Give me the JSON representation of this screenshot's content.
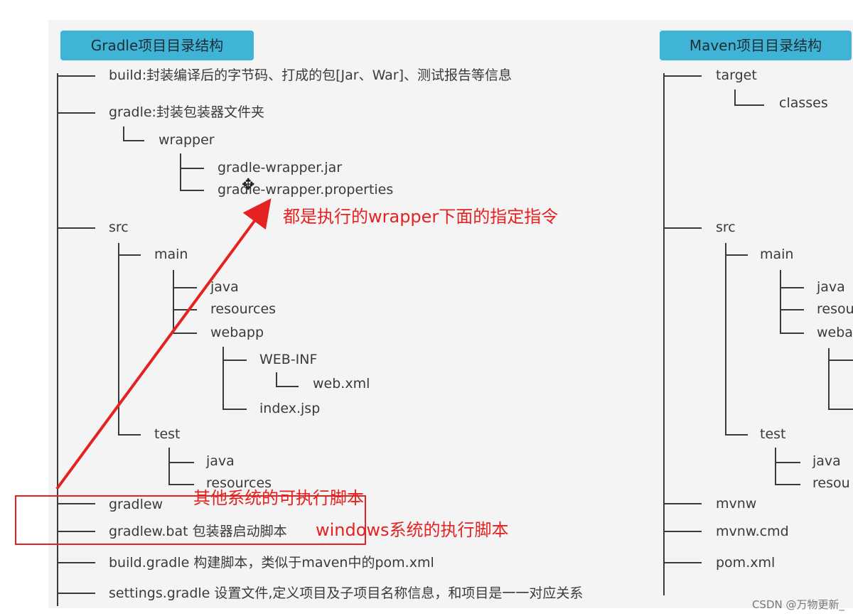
{
  "gradle": {
    "title": "Gradle项目目录结构",
    "items": {
      "build": "build:封装编译后的字节码、打成的包[Jar、War]、测试报告等信息",
      "gradle_dir": "gradle:封装包装器文件夹",
      "wrapper": "wrapper",
      "wrapper_jar": "gradle-wrapper.jar",
      "wrapper_props": "gradle-wrapper.properties",
      "src": "src",
      "main": "main",
      "java": "java",
      "resources": "resources",
      "webapp": "webapp",
      "webinf": "WEB-INF",
      "webxml": "web.xml",
      "indexjsp": "index.jsp",
      "test": "test",
      "test_java": "java",
      "test_resources": "resources",
      "gradlew": "gradlew",
      "gradlew_bat": "gradlew.bat 包装器启动脚本",
      "build_gradle": "build.gradle 构建脚本，类似于maven中的pom.xml",
      "settings_gradle": "settings.gradle 设置文件,定义项目及子项目名称信息，和项目是一一对应关系"
    }
  },
  "maven": {
    "title": "Maven项目目录结构",
    "items": {
      "target": "target",
      "classes": "classes",
      "src": "src",
      "main": "main",
      "java": "java",
      "resources": "resou",
      "webapp": "weba",
      "test": "test",
      "test_java": "java",
      "test_resources": "resou",
      "mvnw": "mvnw",
      "mvnw_cmd": "mvnw.cmd",
      "pom": "pom.xml"
    }
  },
  "annotations": {
    "wrapper_note": "都是执行的wrapper下面的指定指令",
    "other_systems": "其他系统的可执行脚本",
    "windows": "windows系统的执行脚本"
  },
  "watermark": "CSDN @万物更新_",
  "colors": {
    "header": "#3fb4d6",
    "annotation": "#e52222",
    "tree_line": "#3a3a3a"
  }
}
